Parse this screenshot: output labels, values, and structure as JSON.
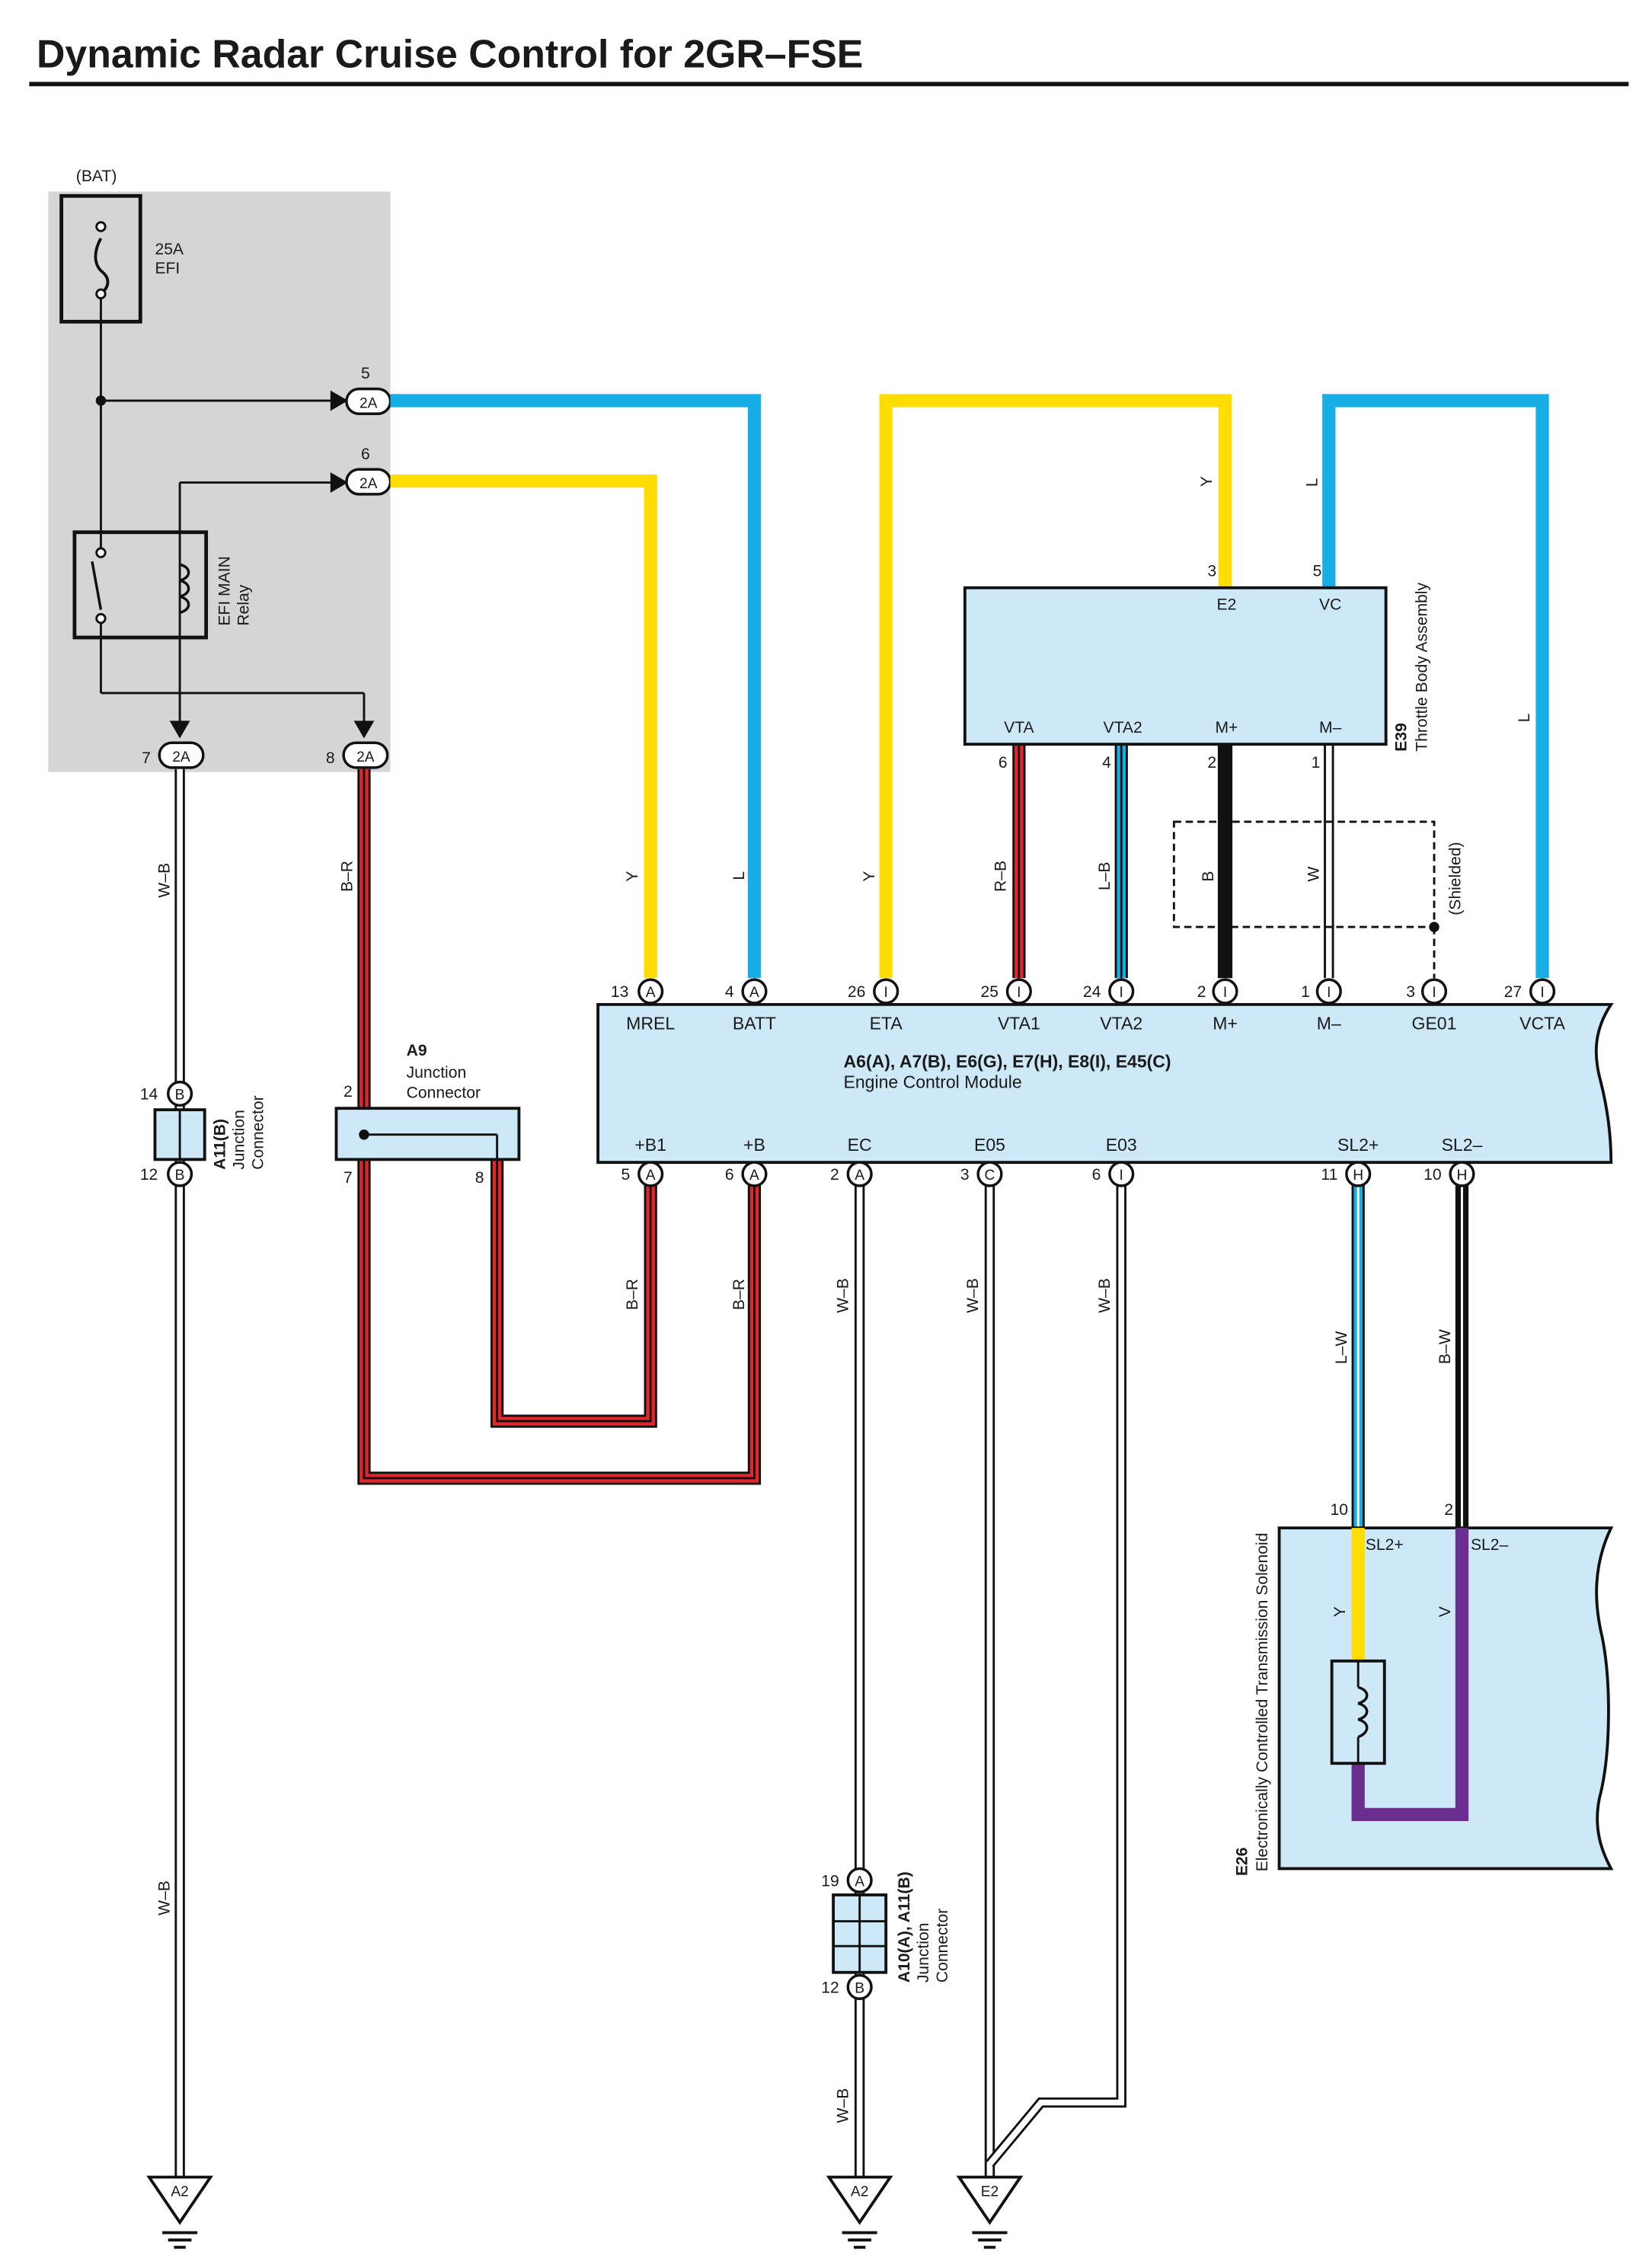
{
  "title": "Dynamic Radar Cruise Control for 2GR–FSE",
  "colors": {
    "blue": "#17aee6",
    "yellow": "#ffdd00",
    "red": "#e3262b",
    "purple": "#6b2e90",
    "black": "#111111",
    "gray_panel": "#d4d5d7",
    "component_fill": "#cde8f7"
  },
  "fuse_block": {
    "power_label": "(BAT)",
    "fuse_amp": "25A",
    "fuse_name": "EFI",
    "relay_name_line1": "EFI MAIN",
    "relay_name_line2": "Relay",
    "conn_code": "2A",
    "pin_5": "5",
    "pin_6": "6",
    "pin_7": "7",
    "pin_8": "8"
  },
  "wire_codes": {
    "y": "Y",
    "l": "L",
    "wb": "W–B",
    "br": "B–R",
    "rb": "R–B",
    "lb": "L–B",
    "b": "B",
    "w": "W",
    "lw": "L–W",
    "bw": "B–W",
    "v": "V"
  },
  "throttle_body": {
    "id": "E39",
    "name": "Throttle Body Assembly",
    "terminals": {
      "e2": "E2",
      "vc": "VC",
      "vta": "VTA",
      "vta2": "VTA2",
      "mp": "M+",
      "mm": "M–"
    },
    "pins": {
      "e2": "3",
      "vc": "5",
      "vta": "6",
      "vta2": "4",
      "mp": "2",
      "mm": "1"
    },
    "shielded_label": "(Shielded)"
  },
  "ecm": {
    "connectors": "A6(A), A7(B), E6(G), E7(H), E8(I), E45(C)",
    "name": "Engine Control Module",
    "top": [
      {
        "pin": "13",
        "conn": "A",
        "term": "MREL"
      },
      {
        "pin": "4",
        "conn": "A",
        "term": "BATT"
      },
      {
        "pin": "26",
        "conn": "I",
        "term": "ETA"
      },
      {
        "pin": "25",
        "conn": "I",
        "term": "VTA1"
      },
      {
        "pin": "24",
        "conn": "I",
        "term": "VTA2"
      },
      {
        "pin": "2",
        "conn": "I",
        "term": "M+"
      },
      {
        "pin": "1",
        "conn": "I",
        "term": "M–"
      },
      {
        "pin": "3",
        "conn": "I",
        "term": "GE01"
      },
      {
        "pin": "27",
        "conn": "I",
        "term": "VCTA"
      }
    ],
    "bottom": [
      {
        "pin": "5",
        "conn": "A",
        "term": "+B1"
      },
      {
        "pin": "6",
        "conn": "A",
        "term": "+B"
      },
      {
        "pin": "2",
        "conn": "A",
        "term": "EC"
      },
      {
        "pin": "3",
        "conn": "C",
        "term": "E05"
      },
      {
        "pin": "6",
        "conn": "I",
        "term": "E03"
      },
      {
        "pin": "11",
        "conn": "H",
        "term": "SL2+"
      },
      {
        "pin": "10",
        "conn": "H",
        "term": "SL2–"
      }
    ]
  },
  "a9": {
    "id": "A9",
    "line1": "Junction",
    "line2": "Connector",
    "pin_2": "2",
    "pin_7": "7",
    "pin_8": "8"
  },
  "a11": {
    "id": "A11(B)",
    "line1": "Junction",
    "line2": "Connector",
    "pin_14": "14",
    "pin_12": "12",
    "conn": "B"
  },
  "a10": {
    "id": "A10(A), A11(B)",
    "line1": "Junction",
    "line2": "Connector",
    "pin_19": "19",
    "pin_12": "12",
    "conn_a": "A",
    "conn_b": "B"
  },
  "solenoid": {
    "id": "E26",
    "name": "Electronically Controlled Transmission Solenoid",
    "pin_plus": "10",
    "pin_minus": "2",
    "term_plus": "SL2+",
    "term_minus": "SL2–"
  },
  "grounds": {
    "a2": "A2",
    "e2": "E2"
  }
}
